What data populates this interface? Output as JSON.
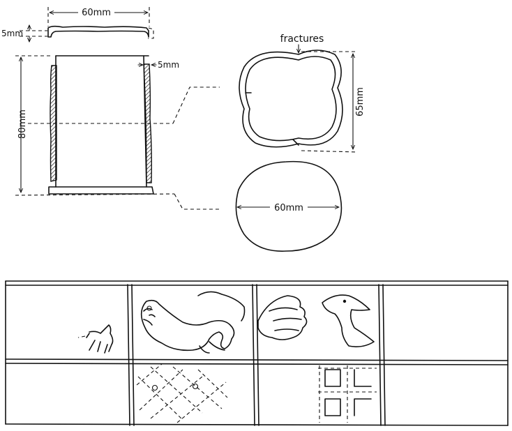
{
  "labels": {
    "top_width": "60mm",
    "rim_height": "5mm",
    "wall_thickness": "5mm",
    "height": "80mm",
    "fractures": "fractures",
    "cross_section_height": "65mm",
    "base_width": "60mm"
  },
  "colors": {
    "ink": "#111111",
    "paper": "#ffffff"
  }
}
